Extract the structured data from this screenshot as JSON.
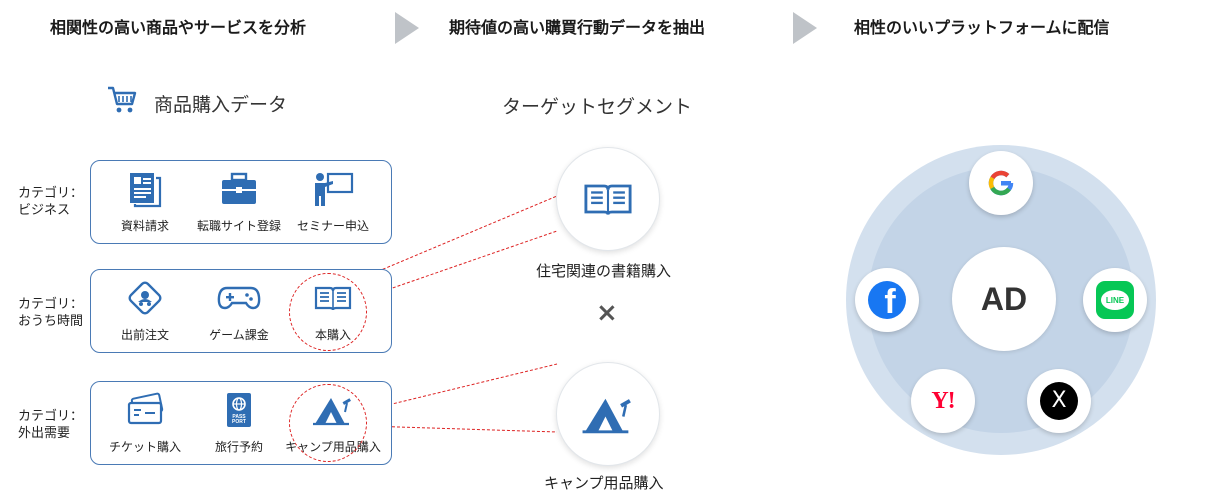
{
  "steps": [
    "相関性の高い商品やサービスを分析",
    "期待値の高い購買行動データを抽出",
    "相性のいいプラットフォームに配信"
  ],
  "purchase_data": {
    "title": "商品購入データ",
    "icon": "shopping-cart-icon"
  },
  "categories": [
    {
      "label_line1": "カテゴリ：",
      "label_line2": "ビジネス",
      "items": [
        {
          "label": "資料請求",
          "icon": "document-request-icon"
        },
        {
          "label": "転職サイト登録",
          "icon": "briefcase-icon"
        },
        {
          "label": "セミナー申込",
          "icon": "seminar-presenter-icon"
        }
      ]
    },
    {
      "label_line1": "カテゴリ：",
      "label_line2": "おうち時間",
      "items": [
        {
          "label": "出前注文",
          "icon": "food-delivery-icon"
        },
        {
          "label": "ゲーム課金",
          "icon": "gamepad-icon"
        },
        {
          "label": "本購入",
          "icon": "open-book-icon"
        }
      ]
    },
    {
      "label_line1": "カテゴリ：",
      "label_line2": "外出需要",
      "items": [
        {
          "label": "チケット購入",
          "icon": "ticket-icon"
        },
        {
          "label": "旅行予約",
          "icon": "passport-icon"
        },
        {
          "label": "キャンプ用品購入",
          "icon": "tent-icon"
        }
      ]
    }
  ],
  "passport_text": "PASS PORT",
  "target_segment": {
    "title": "ターゲットセグメント",
    "segment1": "住宅関連の書籍購入",
    "times": "×",
    "segment2": "キャンプ用品購入"
  },
  "platforms": {
    "center": "AD",
    "google": "G",
    "facebook": "f",
    "line": "LINE",
    "yahoo": "Y!",
    "x": "X"
  },
  "colors": {
    "icon_blue": "#2f6db3",
    "box_border": "#4a7ab5",
    "dashed_red": "#dd2222",
    "outer_circle": "#d3e0ee",
    "inner_circle": "#c3d4e7",
    "line_green": "#06c755",
    "facebook_blue": "#1877f2",
    "yahoo_red": "#ff0033"
  }
}
